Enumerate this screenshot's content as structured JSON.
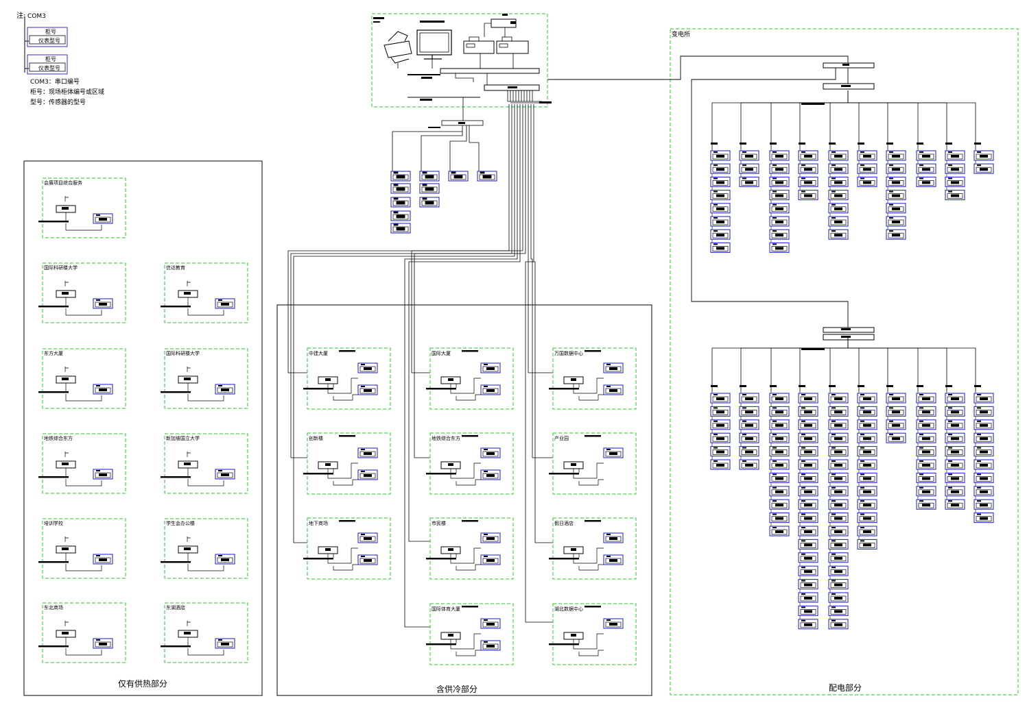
{
  "legend": {
    "prefix": "注:",
    "com": "COM3",
    "box": {
      "cabinet": "柜号",
      "meter": "仪表型号"
    },
    "notes": [
      "COM3：串口编号",
      "柜号：现场柜体编号或区域",
      "型号：传感器的型号"
    ]
  },
  "sections": {
    "heating": "仅有供热部分",
    "cooling": "含供冷部分",
    "power": "配电部分",
    "substation": "变电所"
  },
  "heating_buildings": [
    "会展项目综合服务",
    "国际科研楼大学",
    "信达教育",
    "东方大厦",
    "国际科研楼大学",
    "地铁综合东方",
    "新加坡国立大学",
    "培训学校",
    "学生会办公楼",
    "东北商场",
    "东湖酒店"
  ],
  "cooling_buildings": [
    "中建大厦",
    "国际大厦",
    "万国数据中心",
    "创新楼",
    "地铁综合东方",
    "产业园",
    "地下商场",
    "市民楼",
    "假日酒店",
    "国际体育大厦",
    "湖北数据中心"
  ]
}
